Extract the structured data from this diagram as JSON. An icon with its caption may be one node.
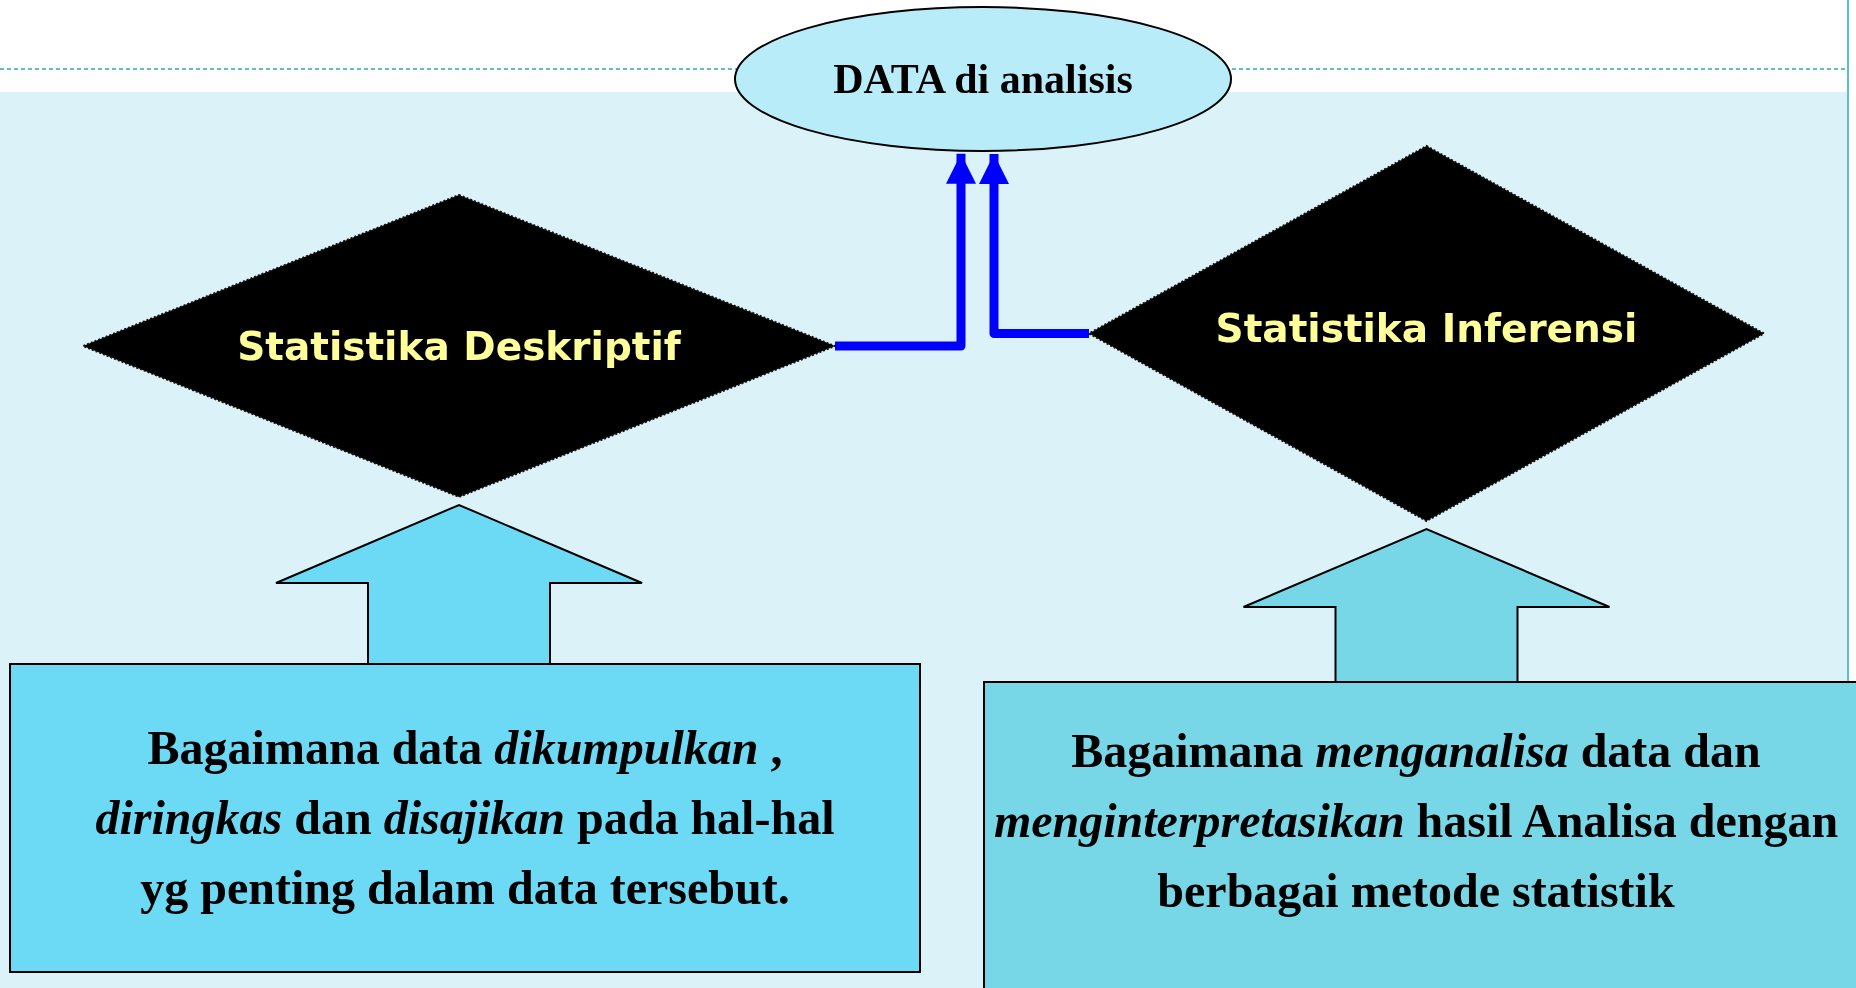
{
  "diagram": {
    "nodes": [
      {
        "text": [
          "DATA di analisis"
        ]
      },
      {
        "text": [
          "Statistika Deskriptif"
        ]
      },
      {
        "text": [
          "Statistika Inferensi"
        ]
      },
      {
        "text": [
          "Bagaimana data *dikumpulkan* , *diringkas* dan *disajikan* pada hal-hal yg penting dalam data tersebut."
        ]
      },
      {
        "text": [
          "Bagaimana *menganalisa* data dan *menginterpretasikan* hasil Analisa dengan berbagai metode statistik"
        ]
      }
    ],
    "edges": [
      {
        "from": 1,
        "to": 0,
        "arrow": "to",
        "color": "#0000ff"
      },
      {
        "from": 2,
        "to": 0,
        "arrow": "to",
        "color": "#0000ff"
      },
      {
        "from": 3,
        "to": 1,
        "arrow": "to",
        "style": "thick",
        "color": "#6cdaf5"
      },
      {
        "from": 4,
        "to": 2,
        "arrow": "to",
        "style": "thick",
        "color": "#78d7e6"
      }
    ]
  }
}
